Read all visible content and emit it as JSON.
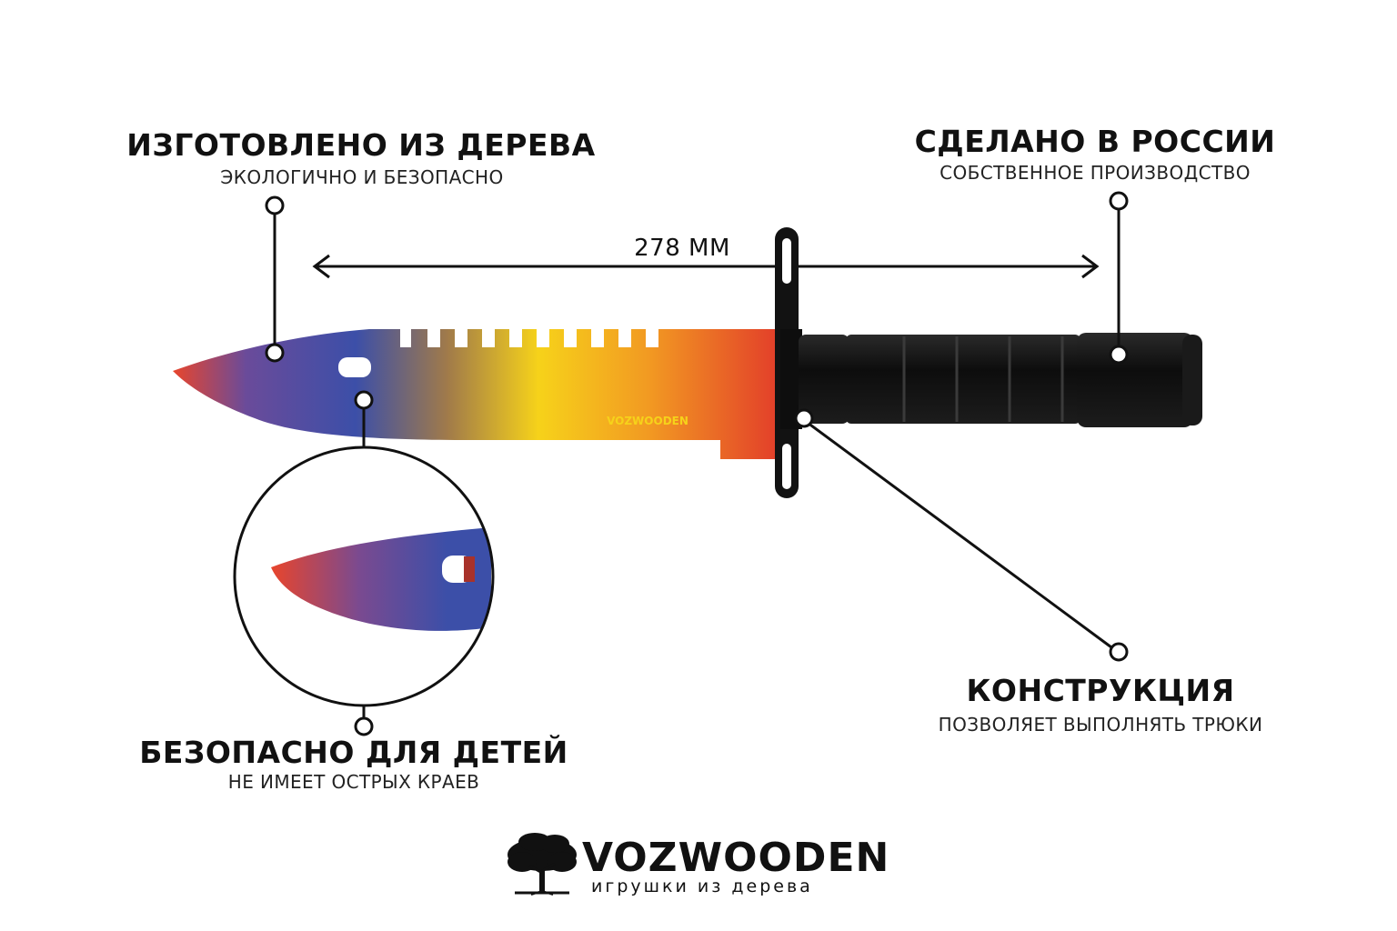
{
  "callouts": {
    "wood": {
      "title": "ИЗГОТОВЛЕНО ИЗ ДЕРЕВА",
      "subtitle": "ЭКОЛОГИЧНО И БЕЗОПАСНО"
    },
    "russia": {
      "title": "СДЕЛАНО В РОССИИ",
      "subtitle": "СОБСТВЕННОЕ ПРОИЗВОДСТВО"
    },
    "safe": {
      "title": "БЕЗОПАСНО ДЛЯ ДЕТЕЙ",
      "subtitle": "НЕ ИМЕЕТ ОСТРЫХ КРАЕВ"
    },
    "construction": {
      "title": "КОНСТРУКЦИЯ",
      "subtitle": "ПОЗВОЛЯЕТ ВЫПОЛНЯТЬ ТРЮКИ"
    }
  },
  "dimension": {
    "label": "278 ММ"
  },
  "blade": {
    "logo": "VOZWOODEN"
  },
  "brand": {
    "name": "VOZWOODEN",
    "tagline": "игрушки из дерева"
  },
  "colors": {
    "red": "#e8452c",
    "blue": "#3c4fa8",
    "yellow": "#f6d21a",
    "handle": "#151515"
  },
  "icons": {
    "logo": "tree-icon"
  }
}
